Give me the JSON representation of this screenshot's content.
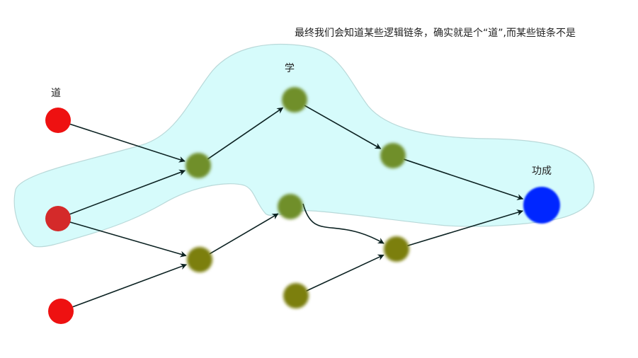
{
  "caption": "最终我们会知道某些逻辑链条，确实就是个“道”,而某些链条不是",
  "labels": {
    "dao": "道",
    "xue": "学",
    "gongcheng": "功成"
  },
  "colors": {
    "region_fill": "#d6fbfb",
    "region_stroke": "#b9d9d9",
    "red": "#ee1111",
    "red_dark": "#d42a2a",
    "green": "#6f8f2a",
    "olive": "#7b7f10",
    "blue": "#0026ff",
    "arrow": "#0c2222"
  },
  "nodes": [
    {
      "id": "r1",
      "type": "source",
      "color": "red"
    },
    {
      "id": "r2",
      "type": "source",
      "color": "red_dark"
    },
    {
      "id": "r3",
      "type": "source",
      "color": "red"
    },
    {
      "id": "g1",
      "type": "path",
      "color": "green"
    },
    {
      "id": "g2",
      "type": "path",
      "color": "green"
    },
    {
      "id": "g3",
      "type": "path",
      "color": "green"
    },
    {
      "id": "g4",
      "type": "path",
      "color": "green"
    },
    {
      "id": "o1",
      "type": "path",
      "color": "olive"
    },
    {
      "id": "o2",
      "type": "path",
      "color": "olive"
    },
    {
      "id": "o3",
      "type": "path",
      "color": "olive"
    },
    {
      "id": "b1",
      "type": "goal",
      "color": "blue"
    }
  ],
  "edges": [
    {
      "from": "r1",
      "to": "g1"
    },
    {
      "from": "r2",
      "to": "g1"
    },
    {
      "from": "r2",
      "to": "o1"
    },
    {
      "from": "r3",
      "to": "o1"
    },
    {
      "from": "g1",
      "to": "g2"
    },
    {
      "from": "g2",
      "to": "g3"
    },
    {
      "from": "g3",
      "to": "b1"
    },
    {
      "from": "o1",
      "to": "g4"
    },
    {
      "from": "g4",
      "to": "o2",
      "curved": true
    },
    {
      "from": "o3",
      "to": "o2"
    },
    {
      "from": "o2",
      "to": "b1"
    }
  ]
}
